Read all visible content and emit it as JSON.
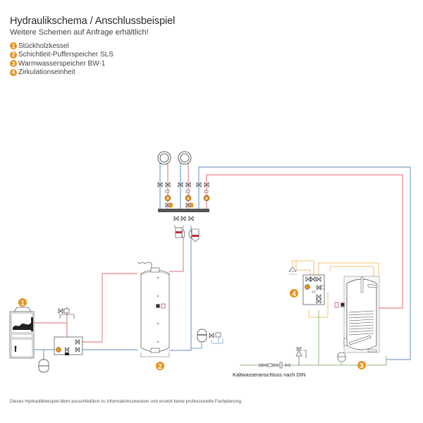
{
  "header": {
    "title": "Hydraulikschema / Anschlussbeispiel",
    "subtitle": "Weitere Schemen auf Anfrage erhältlich!"
  },
  "legend": {
    "items": [
      {
        "number": "1",
        "label": "Stückholzkessel"
      },
      {
        "number": "2",
        "label": "Schichtleit-Pufferspeicher SLS"
      },
      {
        "number": "3",
        "label": "Warmwasserspeicher BW-1"
      },
      {
        "number": "4",
        "label": "Zirkulationseinheit"
      }
    ]
  },
  "diagram": {
    "labels": {
      "cold_water": "Kaltwasseranschluss nach DIN"
    },
    "markers": [
      "1",
      "2",
      "3",
      "4"
    ],
    "colors": {
      "supply_hot": "#e8868a",
      "return_cold": "#7f9fc8",
      "dhw": "#f0c070",
      "circulation": "#e8a070",
      "cold_water": "#8cb880",
      "accent": "#e8921c",
      "manifold": "#555555"
    }
  },
  "footer": {
    "disclaimer": "Dieses Hydraulikbeispiel dient ausschließlich zu Informationszwecken und ersetzt keine professionelle Fachplanung."
  }
}
